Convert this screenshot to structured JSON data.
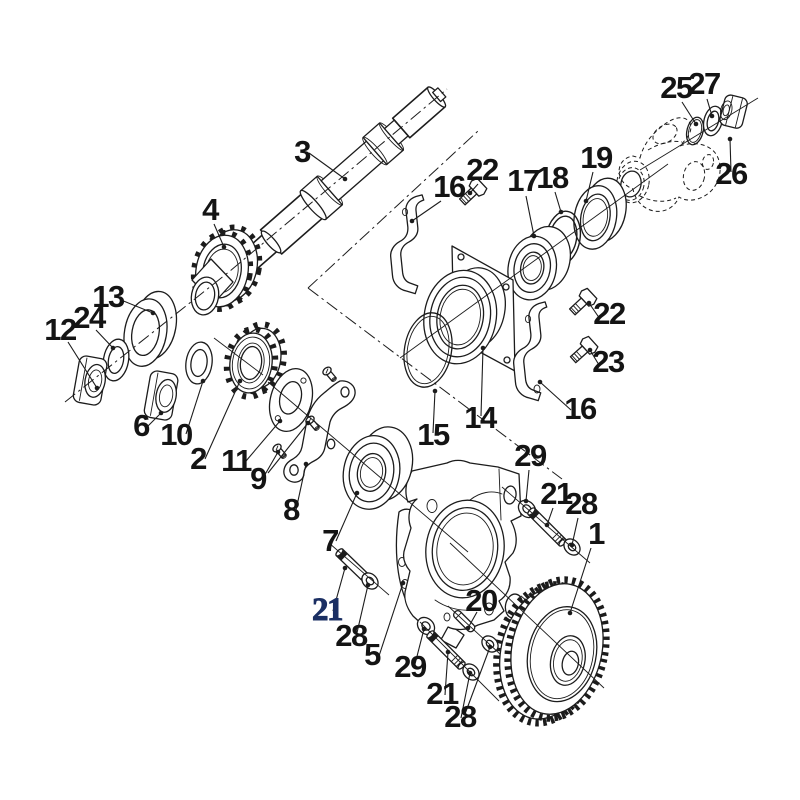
{
  "diagram": {
    "type": "exploded-parts-diagram",
    "background": "#ffffff",
    "line_color": "#1c1c1c",
    "label_color": "#141414",
    "highlight_label_color": "#1b2f63",
    "callouts": [
      {
        "id": "3",
        "label": "3"
      },
      {
        "id": "4",
        "label": "4"
      },
      {
        "id": "13",
        "label": "13"
      },
      {
        "id": "24",
        "label": "24"
      },
      {
        "id": "12",
        "label": "12"
      },
      {
        "id": "6",
        "label": "6"
      },
      {
        "id": "10",
        "label": "10"
      },
      {
        "id": "2",
        "label": "2"
      },
      {
        "id": "11",
        "label": "11"
      },
      {
        "id": "9",
        "label": "9"
      },
      {
        "id": "8",
        "label": "8"
      },
      {
        "id": "7",
        "label": "7"
      },
      {
        "id": "15",
        "label": "15"
      },
      {
        "id": "14",
        "label": "14"
      },
      {
        "id": "16-upper",
        "label": "16"
      },
      {
        "id": "22-upper",
        "label": "22"
      },
      {
        "id": "17",
        "label": "17"
      },
      {
        "id": "18",
        "label": "18"
      },
      {
        "id": "19",
        "label": "19"
      },
      {
        "id": "25",
        "label": "25"
      },
      {
        "id": "27",
        "label": "27"
      },
      {
        "id": "26",
        "label": "26"
      },
      {
        "id": "22-right",
        "label": "22"
      },
      {
        "id": "23",
        "label": "23"
      },
      {
        "id": "16-lower",
        "label": "16"
      },
      {
        "id": "29-right",
        "label": "29"
      },
      {
        "id": "21-right",
        "label": "21"
      },
      {
        "id": "28-right",
        "label": "28"
      },
      {
        "id": "1",
        "label": "1"
      },
      {
        "id": "21-left-highlight",
        "label": "21",
        "bold": true
      },
      {
        "id": "28-left",
        "label": "28"
      },
      {
        "id": "5",
        "label": "5"
      },
      {
        "id": "29-bottom",
        "label": "29"
      },
      {
        "id": "21-bottom",
        "label": "21"
      },
      {
        "id": "28-bottom",
        "label": "28"
      },
      {
        "id": "20",
        "label": "20"
      }
    ]
  }
}
